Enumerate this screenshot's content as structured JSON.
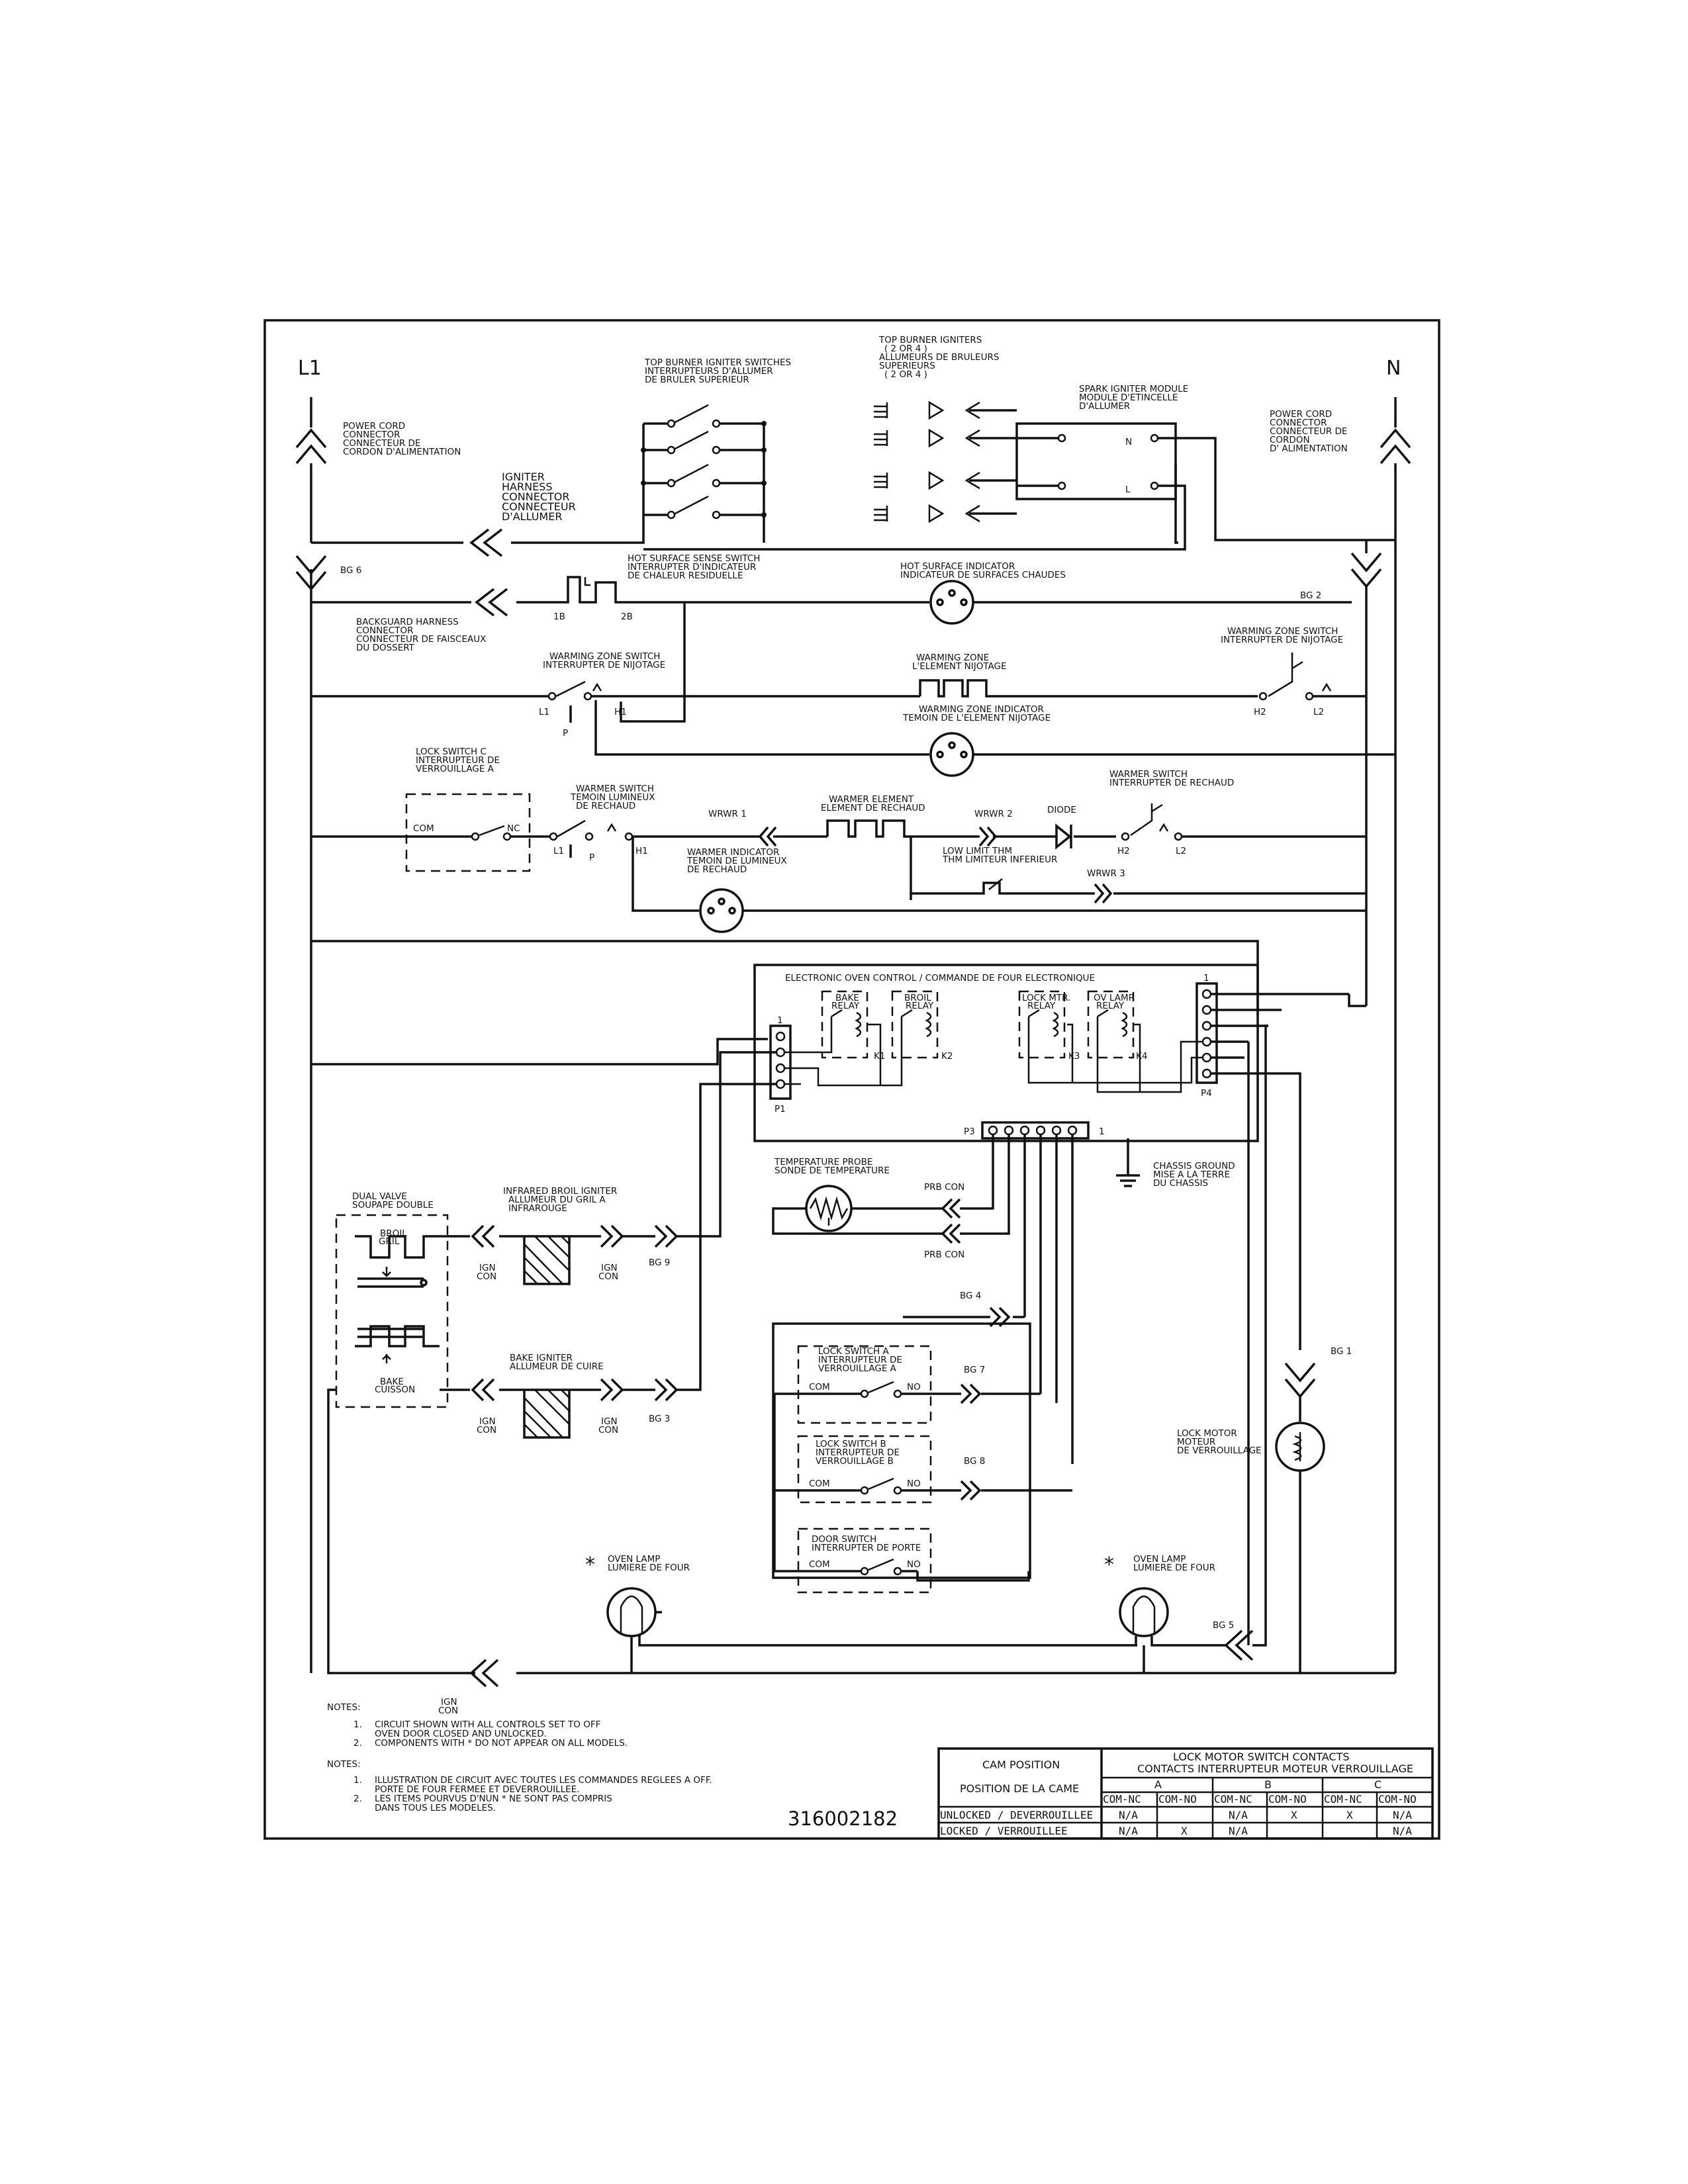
{
  "lines": {
    "l1": "L1",
    "n": "N"
  },
  "power_cord_left": [
    "POWER CORD",
    "CONNECTOR",
    "CONNECTEUR DE",
    "CORDON D'ALIMENTATION"
  ],
  "power_cord_right": [
    "POWER CORD",
    "CONNECTOR",
    "CONNECTEUR DE",
    "CORDON",
    "D' ALIMENTATION"
  ],
  "top_switches": [
    "TOP BURNER IGNITER SWITCHES",
    "INTERRUPTEURS D'ALLUMER",
    "DE BRULER SUPERIEUR"
  ],
  "top_igniters": [
    "TOP BURNER IGNITERS",
    "( 2 OR 4 )",
    "ALLUMEURS DE BRULEURS",
    "SUPERIEURS",
    "( 2 OR 4 )"
  ],
  "spark_module": [
    "SPARK IGNITER MODULE",
    "MODULE D'ETINCELLE",
    "D'ALLUMER"
  ],
  "spark_n": "N",
  "spark_l": "L",
  "igniter_harness": [
    "IGNITER",
    "HARNESS",
    "CONNECTOR",
    "CONNECTEUR",
    "D'ALLUMER"
  ],
  "bg6": "BG 6",
  "bg2": "BG 2",
  "hot_surface_switch": [
    "HOT SURFACE SENSE SWITCH",
    "INTERRUPTER D'INDICATEUR",
    "DE CHALEUR RESIDUELLE"
  ],
  "hs_terms": {
    "a": "1B",
    "b": "2B"
  },
  "hot_surface_indicator": [
    "HOT SURFACE INDICATOR",
    "INDICATEUR DE SURFACES CHAUDES"
  ],
  "backguard": [
    "BACKGUARD HARNESS",
    "CONNECTOR",
    "CONNECTEUR DE FAISCEAUX",
    "DU DOSSERT"
  ],
  "warming_zone_switch_left": [
    "WARMING ZONE SWITCH",
    "INTERRUPTER DE NIJOTAGE"
  ],
  "warming_zone_switch_right": [
    "WARMING ZONE SWITCH",
    "INTERRUPTER DE NIJOTAGE"
  ],
  "warming_zone": [
    "WARMING ZONE",
    "L'ELEMENT NIJOTAGE"
  ],
  "warming_zone_indicator": [
    "WARMING ZONE INDICATOR",
    "TEMOIN DE L'ELEMENT NIJOTAGE"
  ],
  "wz_terms": {
    "l1": "L1",
    "p": "P",
    "h1": "H1",
    "h2": "H2",
    "l2": "L2"
  },
  "lock_switch_c": [
    "LOCK SWITCH C",
    "INTERRUPTEUR DE",
    "VERROUILLAGE A"
  ],
  "com": "COM",
  "nc": "NC",
  "no": "NO",
  "warmer_switch_left": [
    "WARMER SWITCH",
    "TEMOIN LUMINEUX",
    "DE RECHAUD"
  ],
  "warmer_switch_right": [
    "WARMER SWITCH",
    "INTERRUPTER DE RECHAUD"
  ],
  "ws_terms": {
    "l1": "L1",
    "p": "P",
    "h1": "H1",
    "h2": "H2",
    "l2": "L2"
  },
  "wrwr1": "WRWR 1",
  "wrwr2": "WRWR 2",
  "wrwr3": "WRWR 3",
  "warmer_element": [
    "WARMER ELEMENT",
    "ELEMENT DE RECHAUD"
  ],
  "diode": "DIODE",
  "low_limit": [
    "LOW LIMIT THM",
    "THM LIMITEUR INFERIEUR"
  ],
  "warmer_indicator": [
    "WARMER INDICATOR",
    "TEMOIN DE LUMINEUX",
    "DE RECHAUD"
  ],
  "eoc_title": "ELECTRONIC OVEN CONTROL / COMMANDE DE FOUR ELECTRONIQUE",
  "relays": [
    {
      "name": [
        "BAKE",
        "RELAY"
      ],
      "k": "K1"
    },
    {
      "name": [
        "BROIL",
        "RELAY"
      ],
      "k": "K2"
    },
    {
      "name": [
        "LOCK MTR.",
        "RELAY"
      ],
      "k": "K3"
    },
    {
      "name": [
        "OV LAMP",
        "RELAY"
      ],
      "k": "K4"
    }
  ],
  "p1": "P1",
  "p3": "P3",
  "p4": "P4",
  "one": "1",
  "chassis_ground": [
    "CHASSIS GROUND",
    "MISE A LA TERRE",
    "DU CHASSIS"
  ],
  "temp_probe": [
    "TEMPERATURE PROBE",
    "SONDE DE TEMPERATURE"
  ],
  "prb_con": "PRB CON",
  "dual_valve": [
    "DUAL VALVE",
    "SOUPAPE DOUBLE"
  ],
  "broil": [
    "BROIL",
    "GRIL"
  ],
  "bake": [
    "BAKE",
    "CUISSON"
  ],
  "ir_igniter": [
    "INFRARED BROIL IGNITER",
    "ALLUMEUR DU GRIL A",
    "INFRAROUGE"
  ],
  "bake_igniter": [
    "BAKE IGNITER",
    "ALLUMEUR DE CUIRE"
  ],
  "ign_con": [
    "IGN",
    "CON"
  ],
  "bg9": "BG 9",
  "bg3": "BG 3",
  "bg4": "BG 4",
  "bg7": "BG 7",
  "bg8": "BG 8",
  "bg1": "BG 1",
  "bg5": "BG 5",
  "lock_switch_a": [
    "LOCK SWITCH A",
    "INTERRUPTEUR DE",
    "VERROUILLAGE A"
  ],
  "lock_switch_b": [
    "LOCK SWITCH B",
    "INTERRUPTEUR DE",
    "VERROUILLAGE B"
  ],
  "door_switch": [
    "DOOR SWITCH",
    "INTERRUPTER DE PORTE"
  ],
  "lock_motor": [
    "LOCK MOTOR",
    "MOTEUR",
    "DE VERROUILLAGE"
  ],
  "oven_lamp": [
    "OVEN LAMP",
    "LUMIERE DE FOUR"
  ],
  "asterisk": "*",
  "notes_en": {
    "title": "NOTES:",
    "items": [
      {
        "n": "1.",
        "lines": [
          "CIRCUIT SHOWN WITH ALL CONTROLS SET TO OFF",
          "OVEN DOOR CLOSED AND UNLOCKED."
        ]
      },
      {
        "n": "2.",
        "lines": [
          "COMPONENTS WITH * DO NOT APPEAR ON ALL MODELS."
        ]
      }
    ]
  },
  "notes_fr": {
    "title": "NOTES:",
    "items": [
      {
        "n": "1.",
        "lines": [
          "ILLUSTRATION DE CIRCUIT AVEC TOUTES LES COMMANDES REGLEES A OFF.",
          "PORTE DE FOUR FERMEE ET DEVERROUILLEE."
        ]
      },
      {
        "n": "2.",
        "lines": [
          "LES ITEMS POURVUS D'NUN * NE SONT PAS COMPRIS",
          "DANS TOUS LES MODELES."
        ]
      }
    ]
  },
  "part_number": "316002182",
  "table": {
    "cam_position": [
      "CAM POSITION",
      "POSITION DE LA CAME"
    ],
    "header": [
      "LOCK MOTOR SWITCH CONTACTS",
      "CONTACTS INTERRUPTEUR MOTEUR VERROUILLAGE"
    ],
    "groups": [
      "A",
      "B",
      "C"
    ],
    "sub": [
      "COM-NC",
      "COM-NO",
      "COM-NC",
      "COM-NO",
      "COM-NC",
      "COM-NO"
    ],
    "rows": [
      {
        "label": "UNLOCKED / DEVERROUILLEE",
        "cells": [
          "N/A",
          "",
          "N/A",
          "X",
          "X",
          "N/A"
        ]
      },
      {
        "label": "LOCKED / VERROUILLEE",
        "cells": [
          "N/A",
          "X",
          "N/A",
          "",
          "",
          "N/A"
        ]
      }
    ]
  }
}
